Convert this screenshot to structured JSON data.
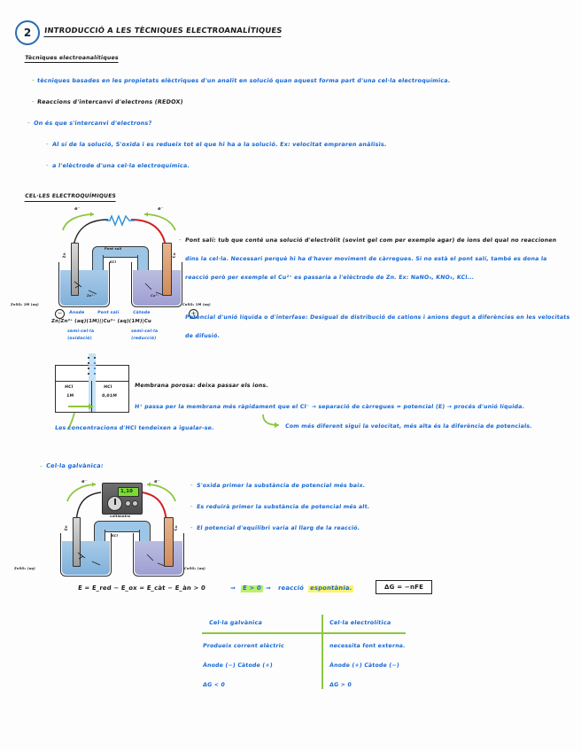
{
  "header": {
    "number": "2",
    "title": "INTRODUCCIÓ A LES TÈCNIQUES ELECTROANALÍTIQUES"
  },
  "section1": {
    "title": "Tècniques electroanalítiques",
    "lines": [
      "tècniques basades en les propietats elèctriques d'un analit en solució quan aquest forma part d'una cel·la electroquímica.",
      "Reaccions d'intercanvi d'electrons (REDOX)",
      "On és que s'intercanvi d'electrons?",
      "Al sí de la solució, S'oxida i es redueix tot el que hi ha a la solució. Ex: velocitat empraren anàlisis.",
      "a l'elèctrode d'una cel·la electroquímica."
    ]
  },
  "section2": {
    "title": "CEL·LES ELECTROQUÍMIQUES",
    "paragraph1": [
      "Pont salí: tub que conté una solució d'electròlit (sovint gel com per exemple agar) de ions del qual no reaccionen",
      "dins la cel·la. Necessari perquè hi ha d'haver moviment de càrregues. Si no està el pont salí, també es dona la",
      "reacció però per exemple el Cu²⁺ es passaria a l'elèctrode de Zn.  Ex: NaNO₃, KNO₃, KCl..."
    ],
    "paragraph2": [
      "Potencial d'unió líquida o d'interfase: Desigual de distribució de cations i anions degut a diferències en les velocitats",
      "de difusió."
    ],
    "cell_diagram": {
      "electron_label_left": "e⁻",
      "electron_label_right": "e⁻",
      "anode_electrode": "Zn",
      "cathode_electrode": "Cu",
      "salt_bridge": "Pont salí",
      "salt_bridge_inner": "KCl",
      "left_solution": "ZnSO₄ 1M (aq)",
      "right_solution": "CuSO₄ 1M (aq)",
      "left_ions": "Zn²⁺",
      "right_ions": "Cu²⁺",
      "sign_left": "−",
      "sign_right": "+",
      "label_anode": "Ànode",
      "label_bridge": "Pont salí",
      "label_cathode": "Càtode",
      "notation": "Zn|Zn²⁺ (aq)(1M)||Cu²⁺ (aq)(1M)|Cu",
      "halfcell_left_1": "semi-cel·la",
      "halfcell_left_2": "(oxidació)",
      "halfcell_right_1": "semi-cel·la",
      "halfcell_right_2": "(reducció)"
    }
  },
  "membrane": {
    "left_label_1": "HCl",
    "left_label_2": "1M",
    "right_label_1": "HCl",
    "right_label_2": "0,01M",
    "notes": [
      "Membrana porosa: deixa passar els ions.",
      "H⁺ passa per la membrana més ràpidament que el Cl⁻ → separació de càrregues = potencial (E) → procés d'unió líquida.",
      "Les concentracions d'HCl tendeixen a igualar-se.",
      "Com més diferent sigui la velocitat, més alta és la diferència de potencials."
    ],
    "highlight": "potencial (E)"
  },
  "section3": {
    "title": "Cel·la galvànica:",
    "notes": [
      "S'oxida primer la substància de potencial més baix.",
      "Es reduirà primer la substància de potencial més alt.",
      "El potencial d'equilibri varia al llarg de la reacció."
    ],
    "cell_diagram": {
      "voltmeter_reading": "1,10",
      "voltmeter_label": "voltímetre",
      "anode_electrode": "Zn",
      "cathode_electrode": "Cu",
      "left_solution": "ZnSO₄ (aq)",
      "right_solution": "CuSO₄ (aq)",
      "salt_bridge_inner": "KCl",
      "electron_label": "e⁻"
    }
  },
  "formula": {
    "main": "E = E_red − E_ox = E_càt − E_àn > 0",
    "implication_left": "E > 0",
    "implication_arrow": "⇒",
    "implication_right_1": "reacció",
    "implication_right_2": "espontània.",
    "boxed": "ΔG = −nFE"
  },
  "table": {
    "col1_header": "Cel·la galvànica",
    "col2_header": "Cel·la electrolítica",
    "rows": [
      {
        "left": "Produeix corrent elèctric",
        "right": "necessita font externa."
      },
      {
        "left": "Ànode (−) Càtode (+)",
        "right": "Ànode (+) Càtode (−)"
      },
      {
        "left": "ΔG < 0",
        "right": "ΔG > 0"
      }
    ]
  },
  "colors": {
    "ink_blue": "#1769d8",
    "ink_black": "#1a1a1a",
    "accent_green": "#8dc63f",
    "highlight_yellow": "#fdf36a",
    "electrode_cu": "#d08b5d",
    "electrode_zn": "#9c9c9c"
  }
}
